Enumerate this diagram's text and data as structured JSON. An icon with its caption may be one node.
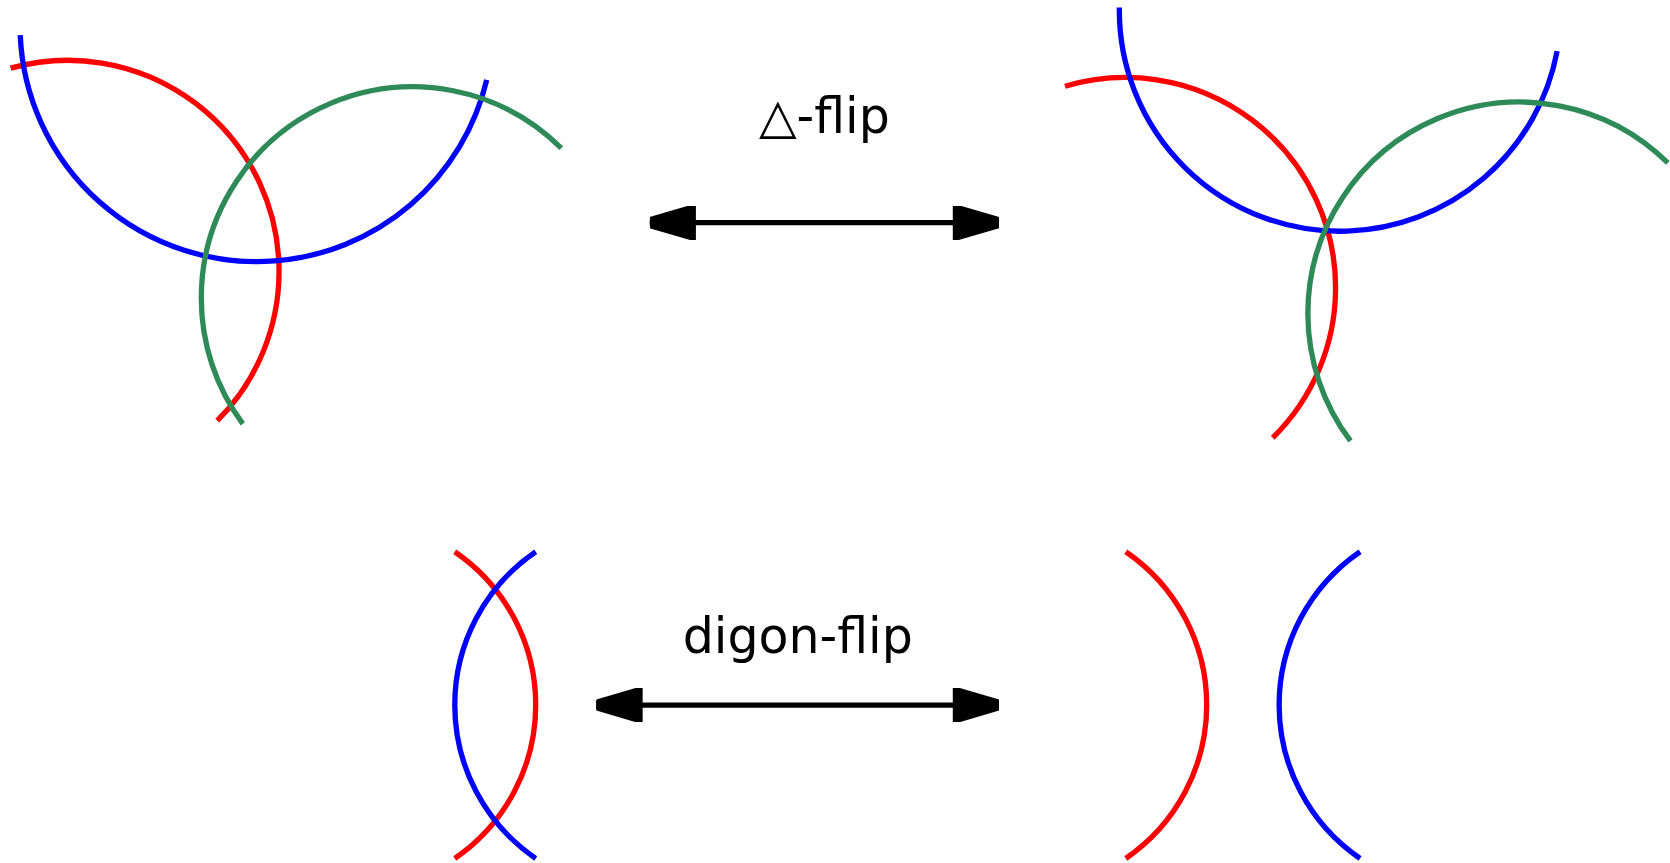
{
  "diagram": {
    "nodes": [
      {
        "text": [],
        "shape": "picture"
      },
      {
        "text": [],
        "shape": "picture"
      },
      {
        "text": [],
        "shape": "picture"
      },
      {
        "text": [],
        "shape": "picture"
      }
    ],
    "edges": [
      {
        "from": 0,
        "to": 1,
        "arrow": "both",
        "label": "△-flip"
      },
      {
        "from": 2,
        "to": 3,
        "arrow": "both",
        "label": "digon-flip"
      }
    ]
  }
}
